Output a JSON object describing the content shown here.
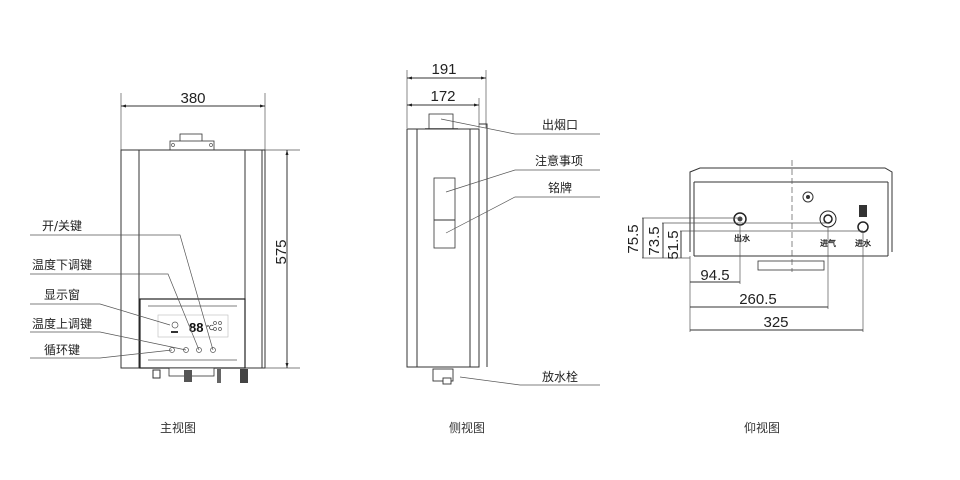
{
  "front_view": {
    "caption": "主视图",
    "width_dim": "380",
    "height_dim": "575",
    "callouts": [
      "开/关键",
      "温度下调键",
      "显示窗",
      "温度上调键",
      "循环键"
    ],
    "display_digits": "88",
    "display_unit": "℃"
  },
  "side_view": {
    "caption": "侧视图",
    "depth_outer_dim": "191",
    "depth_inner_dim": "172",
    "callouts": [
      "出烟口",
      "注意事项",
      "铭牌",
      "放水栓"
    ]
  },
  "bottom_view": {
    "caption": "仰视图",
    "vertical_dims": [
      "75.5",
      "73.5",
      "51.5"
    ],
    "horizontal_dims": [
      "94.5",
      "260.5",
      "325"
    ],
    "port_labels": [
      "出水",
      "进气",
      "进水"
    ]
  }
}
